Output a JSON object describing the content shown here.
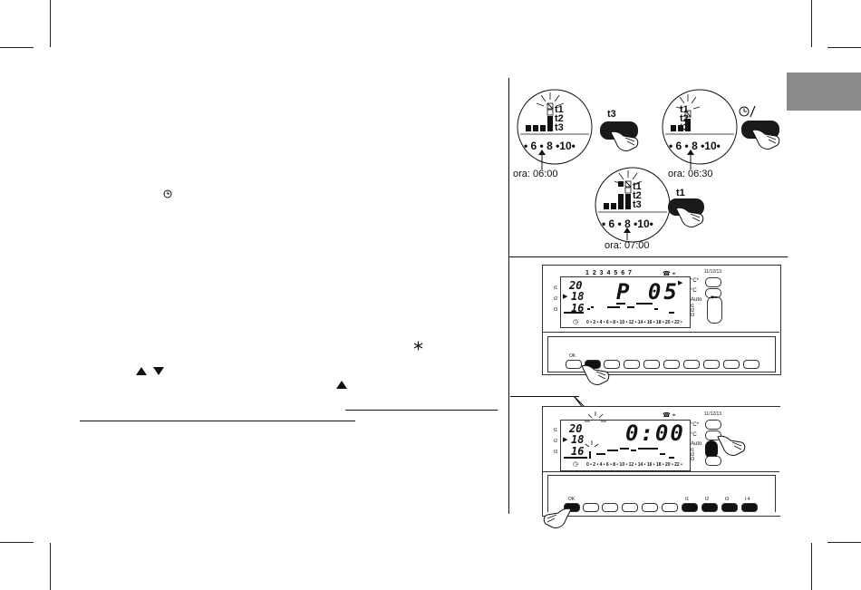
{
  "page": {
    "tab_color": "#8a8a8a"
  },
  "steps": {
    "step1": {
      "time_label": "ora: 06:00",
      "button": "t3"
    },
    "step2": {
      "time_label": "ora: 06:30"
    },
    "step3": {
      "time_label": "ora: 07:00",
      "button": "t1"
    }
  },
  "dial": {
    "t1": "t1",
    "t2": "t2",
    "t3": "t3",
    "axis": "• 6 • 8 •10•"
  },
  "display1": {
    "days": "1  2  3  4  5  6  7",
    "temp_top": "20",
    "temp_mid": "18",
    "temp_bot": "16",
    "main": "P 05",
    "hour_axis": "0 • 2 • 4 • 6 • 8 • 10 • 12 • 14 • 16 • 18 • 20 • 22 •",
    "units": [
      "°C*",
      "°C",
      "Auto"
    ],
    "ok": "OK"
  },
  "display2": {
    "temp_top": "20",
    "temp_mid": "18",
    "temp_bot": "16",
    "main": "0:00",
    "hour_axis": "0 • 2 • 4 • 6 • 8 • 10 • 12 • 14 • 16 • 18 • 20 • 22 •",
    "units": [
      "°C*",
      "°C",
      "Auto"
    ],
    "ok": "OK",
    "keys": [
      "t1",
      "t2",
      "t3",
      "t 4"
    ]
  }
}
